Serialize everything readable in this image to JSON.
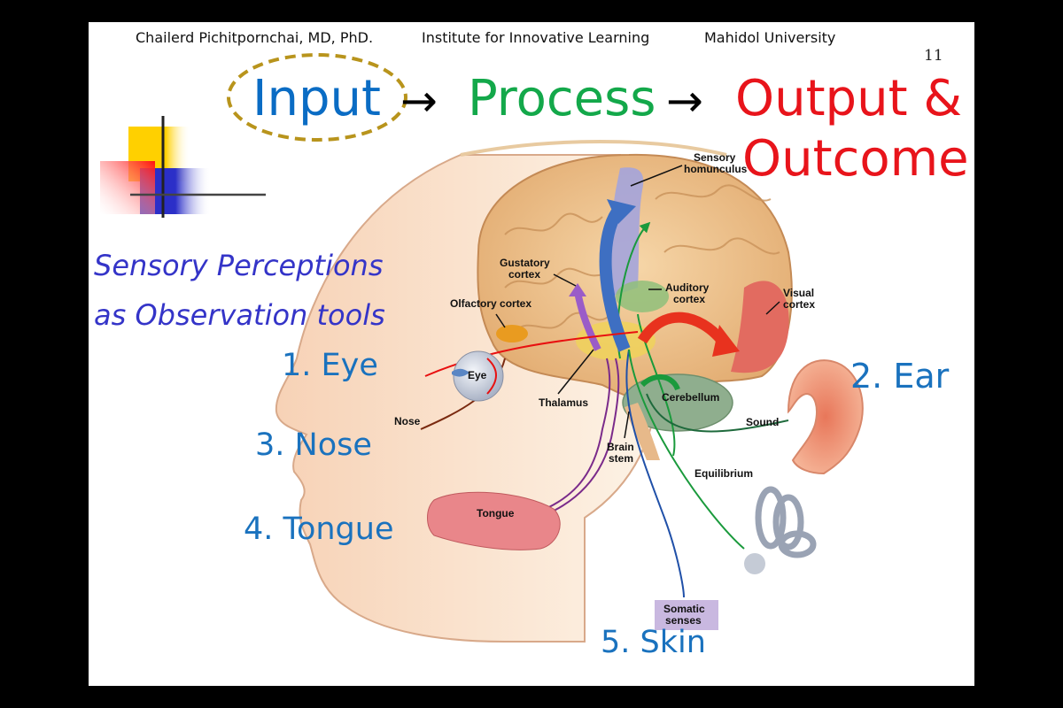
{
  "header": {
    "author": "Chailerd Pichitpornchai, MD, PhD.",
    "institute": "Institute for Innovative Learning",
    "university": "Mahidol University",
    "page_number": "11"
  },
  "title": {
    "input": "Input",
    "arrow1": "→",
    "process": "Process",
    "arrow2": "→",
    "output_line1": "Output &",
    "output_line2": "Outcome"
  },
  "colors": {
    "input": "#0a6cc4",
    "process": "#13a84a",
    "output": "#e8141b",
    "ellipse": "#b8941c",
    "subtitle": "#3434c8",
    "senses": "#1a72be"
  },
  "subtitle": {
    "line1": "Sensory Perceptions",
    "line2": "as Observation tools"
  },
  "senses": [
    {
      "label": "1. Eye"
    },
    {
      "label": "2. Ear"
    },
    {
      "label": "3. Nose"
    },
    {
      "label": "4. Tongue"
    },
    {
      "label": "5. Skin"
    }
  ],
  "diagram_labels": {
    "sensory_homunculus_1": "Sensory",
    "sensory_homunculus_2": "homunculus",
    "gustatory_1": "Gustatory",
    "gustatory_2": "cortex",
    "auditory_1": "Auditory",
    "auditory_2": "cortex",
    "olfactory": "Olfactory cortex",
    "visual_1": "Visual",
    "visual_2": "cortex",
    "eye": "Eye",
    "thalamus": "Thalamus",
    "cerebellum": "Cerebellum",
    "nose": "Nose",
    "sound": "Sound",
    "brain_stem_1": "Brain",
    "brain_stem_2": "stem",
    "equilibrium": "Equilibrium",
    "tongue": "Tongue",
    "somatic_1": "Somatic",
    "somatic_2": "senses"
  }
}
